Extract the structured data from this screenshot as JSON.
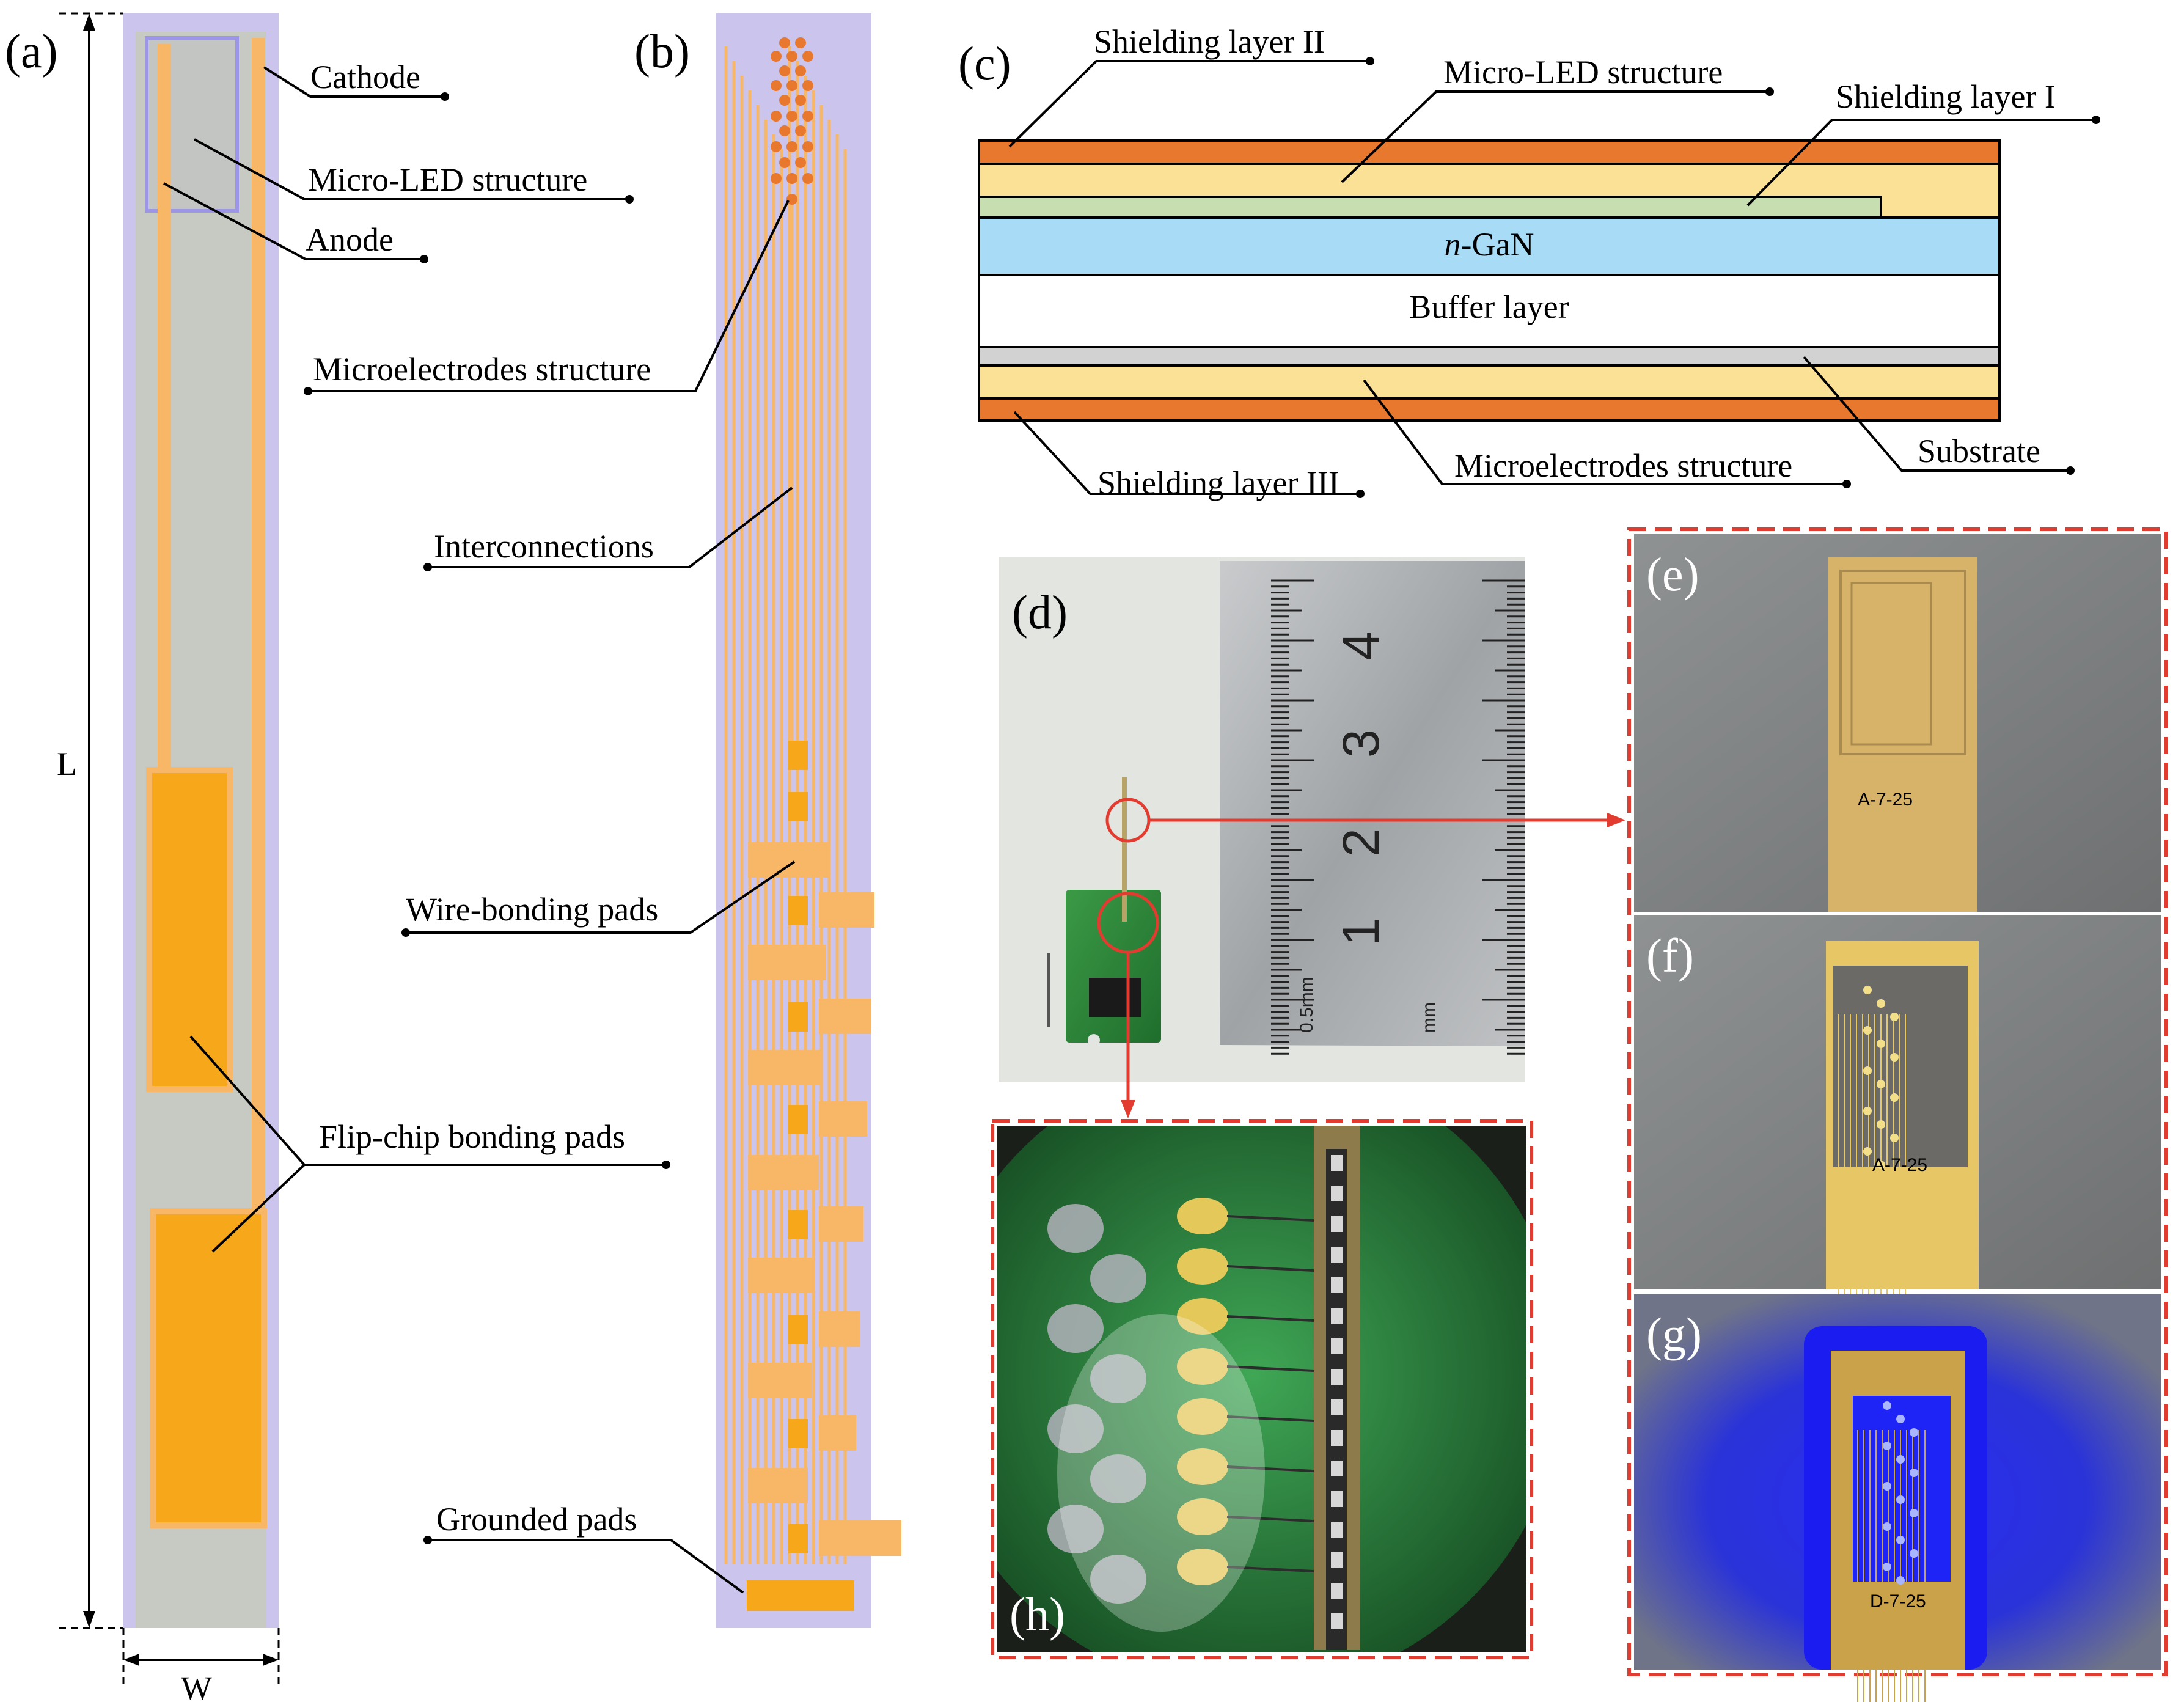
{
  "panels": {
    "a": {
      "letter": "(a)",
      "labels": {
        "cathode": "Cathode",
        "micro_led": "Micro-LED structure",
        "anode": "Anode",
        "flip_chip": "Flip-chip bonding pads"
      },
      "dim_length": "L",
      "dim_width": "W"
    },
    "b": {
      "letter": "(b)",
      "labels": {
        "microelectrodes": "Microelectrodes structure",
        "interconnections": "Interconnections",
        "wire_bonding": "Wire-bonding pads",
        "grounded": "Grounded pads"
      }
    },
    "c": {
      "letter": "(c)",
      "labels": {
        "shield_2": "Shielding layer II",
        "micro_led": "Micro-LED structure",
        "shield_1": "Shielding layer I",
        "shield_3": "Shielding layer III",
        "microelectrodes": "Microelectrodes structure",
        "substrate": "Substrate"
      },
      "layers": {
        "n_gan_prefix": "n",
        "n_gan_suffix": "-GaN",
        "buffer": "Buffer layer"
      }
    },
    "d": {
      "letter": "(d)",
      "ruler_numbers": [
        "1",
        "2",
        "3",
        "4"
      ],
      "ruler_small_left": "0.5mm",
      "ruler_small_right": "mm"
    },
    "e": {
      "letter": "(e)",
      "chip_text": "A-7-25"
    },
    "f": {
      "letter": "(f)",
      "chip_text": "A-7-25"
    },
    "g": {
      "letter": "(g)",
      "chip_text": "D-7-25"
    },
    "h": {
      "letter": "(h)"
    }
  },
  "colors": {
    "lavender": "#cbc4ec",
    "gray_body": "#c7cac3",
    "orange_trace": "#f7b766",
    "orange_pad": "#f7a81a",
    "dark_orange": "#e9782f",
    "yellow_layer": "#fbe196",
    "green_layer": "#c7dfb0",
    "blue_layer": "#a8dcf6",
    "substrate_gray": "#d2d2d2",
    "annotation_red": "#e23b2f",
    "emission_blue": "#1f25ee"
  }
}
